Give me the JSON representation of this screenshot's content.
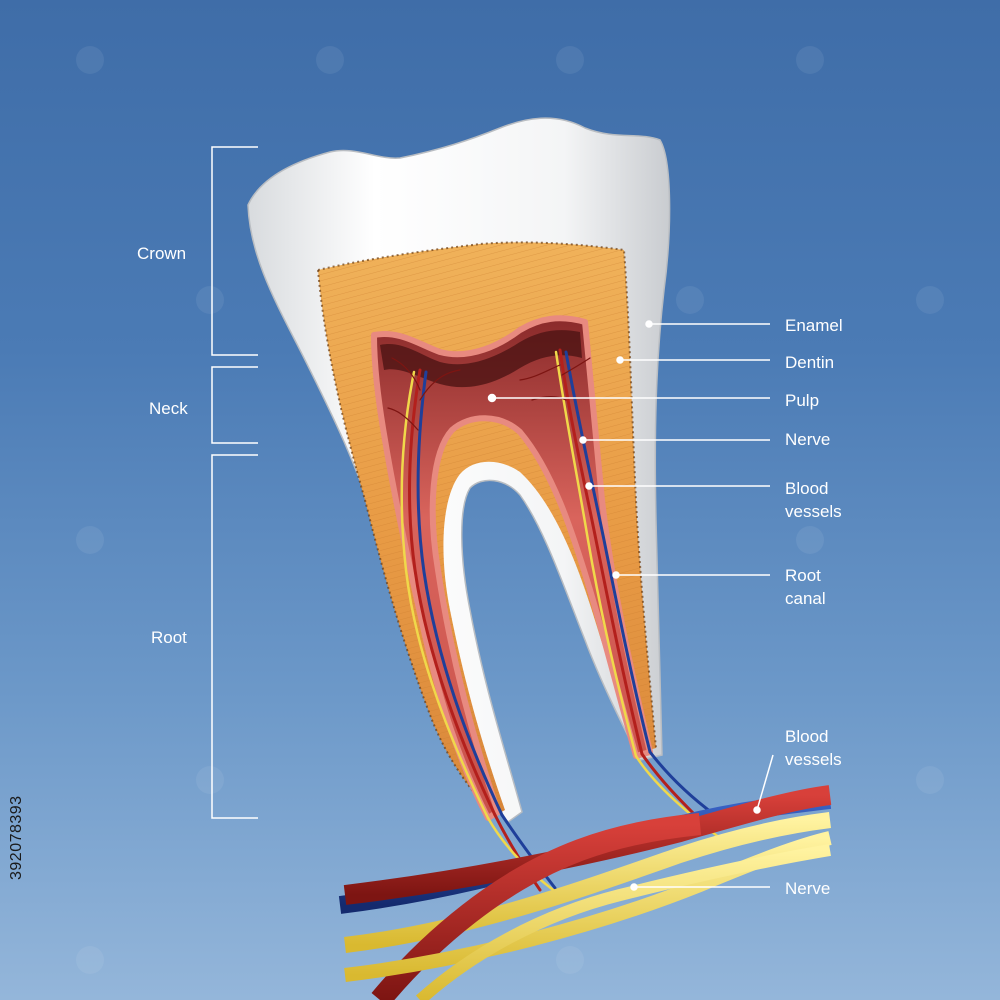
{
  "sections": {
    "crown": "Crown",
    "neck": "Neck",
    "root": "Root"
  },
  "labels": {
    "enamel": "Enamel",
    "dentin": "Dentin",
    "pulp": "Pulp",
    "nerve": "Nerve",
    "blood_vessels": "Blood\nvessels",
    "root_canal": "Root\ncanal",
    "blood_vessels_lower": "Blood\nvessels",
    "nerve_lower": "Nerve"
  },
  "stock_id": "392078393",
  "colors": {
    "background_top": "#3f6da8",
    "background_bottom": "#94b6da",
    "enamel": "#f2f3f4",
    "dentin": "#e8a24a",
    "pulp": "#d9645c",
    "artery": "#b3201c",
    "vein": "#1f3f9a",
    "nerve": "#f0d84a"
  }
}
